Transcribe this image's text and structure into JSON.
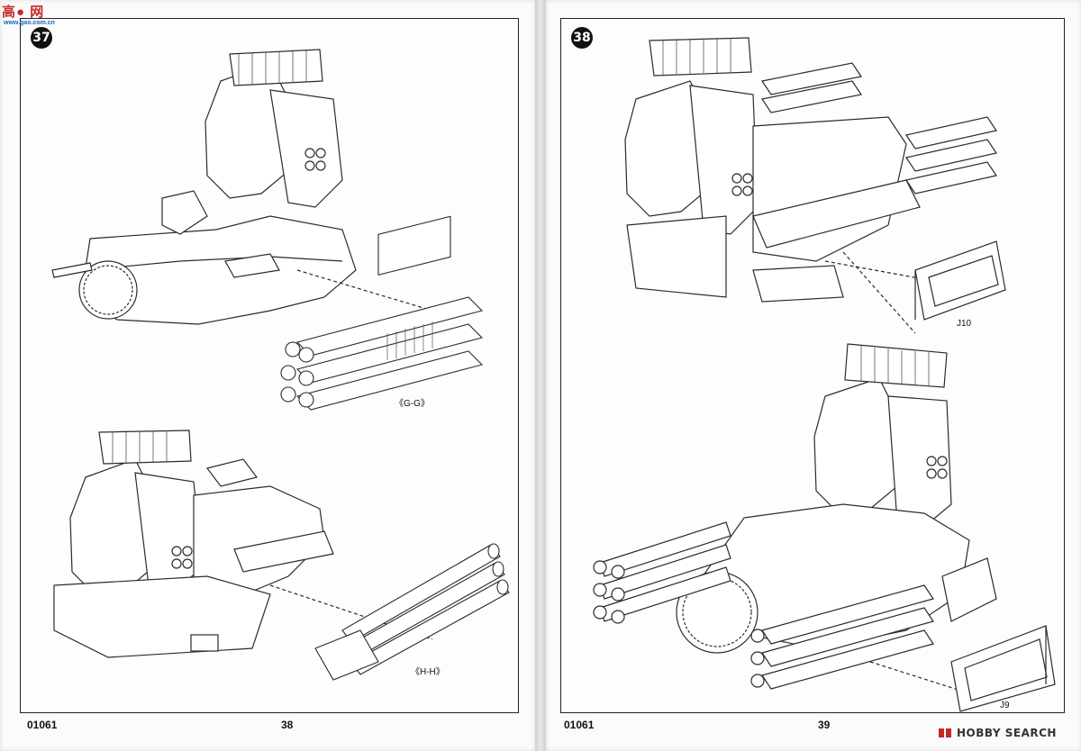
{
  "document": {
    "left_page": {
      "step_number": "37",
      "top_callout": "《G-G》",
      "bottom_callout": "《H-H》",
      "product_code": "01061",
      "page_number": "38"
    },
    "right_page": {
      "step_number": "38",
      "top_callout": "J10",
      "bottom_callout": "J9",
      "product_code": "01061",
      "page_number": "39"
    }
  },
  "watermarks": {
    "top_left_title": "高● 网",
    "top_left_sub": "www.gao.com.cn",
    "bottom_right_brand": "HOBBY SEARCH"
  },
  "colors": {
    "line": "#2b2b2b",
    "hatch": "#555555",
    "paper": "#fdfdfd",
    "brand_red": "#c62828"
  }
}
